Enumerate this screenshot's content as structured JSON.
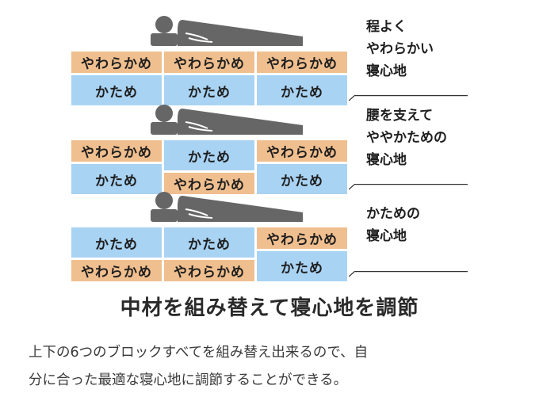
{
  "block_labels": {
    "soft": "やわらかめ",
    "hard": "かため"
  },
  "configs": [
    {
      "caption": [
        "程よく",
        "やわらかい",
        "寝心地"
      ]
    },
    {
      "caption": [
        "腰を支えて",
        "ややかための",
        "寝心地"
      ]
    },
    {
      "caption": [
        "かための",
        "寝心地"
      ]
    }
  ],
  "colors": {
    "soft": "#f0bf8f",
    "hard": "#a9d3f3",
    "silhouette": "#666666"
  },
  "heading": "中材を組み替えて寝心地を調節",
  "description": [
    "上下の6つのブロックすべてを組み替え出来るので、自",
    "分に合った最適な寝心地に調節することができる。"
  ]
}
